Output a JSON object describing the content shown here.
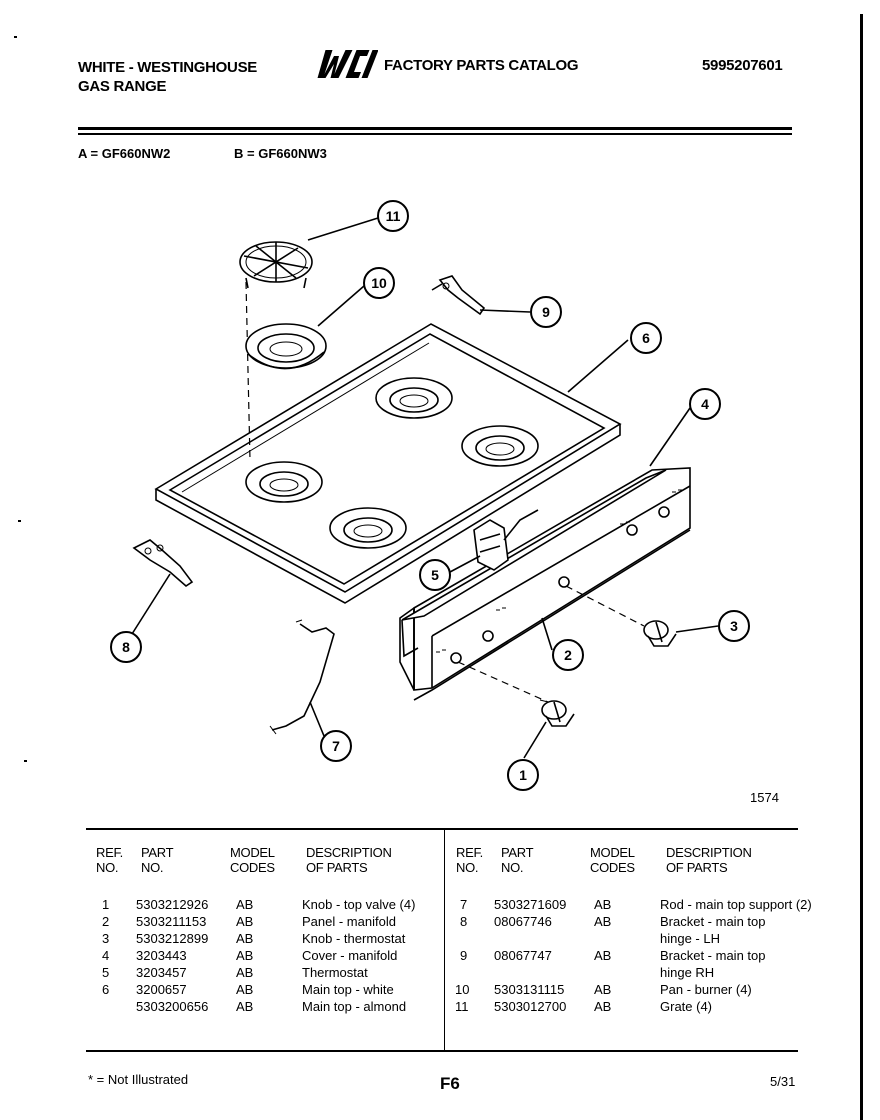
{
  "header": {
    "brand_line1": "WHITE - WESTINGHOUSE",
    "brand_line2": "GAS RANGE",
    "logo_text": "WCI",
    "catalog_title": "FACTORY PARTS CATALOG",
    "catalog_number": "5995207601"
  },
  "models": {
    "a": "A = GF660NW2",
    "b": "B = GF660NW3"
  },
  "diagram": {
    "figure_number": "1574",
    "callouts": [
      "1",
      "2",
      "3",
      "4",
      "5",
      "6",
      "7",
      "8",
      "9",
      "10",
      "11"
    ]
  },
  "table": {
    "headers": {
      "ref_line1": "REF.",
      "ref_line2": "NO.",
      "part_line1": "PART",
      "part_line2": "NO.",
      "model_line1": "MODEL",
      "model_line2": "CODES",
      "desc_line1": "DESCRIPTION",
      "desc_line2": "OF PARTS"
    },
    "left_rows": [
      {
        "ref": "1",
        "part": "5303212926",
        "codes": "AB",
        "desc": "Knob - top valve (4)"
      },
      {
        "ref": "2",
        "part": "5303211153",
        "codes": "AB",
        "desc": "Panel - manifold"
      },
      {
        "ref": "3",
        "part": "5303212899",
        "codes": "AB",
        "desc": "Knob - thermostat"
      },
      {
        "ref": "4",
        "part": "3203443",
        "codes": "AB",
        "desc": "Cover - manifold"
      },
      {
        "ref": "5",
        "part": "3203457",
        "codes": "AB",
        "desc": "Thermostat"
      },
      {
        "ref": "6",
        "part": "3200657",
        "codes": "AB",
        "desc": "Main top - white"
      },
      {
        "ref": "",
        "part": "5303200656",
        "codes": "AB",
        "desc": "Main top - almond"
      }
    ],
    "right_rows": [
      {
        "ref": "7",
        "part": "5303271609",
        "codes": "AB",
        "desc": "Rod - main top support (2)"
      },
      {
        "ref": "8",
        "part": "08067746",
        "codes": "AB",
        "desc": "Bracket - main top"
      },
      {
        "ref": "",
        "part": "",
        "codes": "",
        "desc": "hinge - LH"
      },
      {
        "ref": "9",
        "part": "08067747",
        "codes": "AB",
        "desc": "Bracket - main top"
      },
      {
        "ref": "",
        "part": "",
        "codes": "",
        "desc": "hinge RH"
      },
      {
        "ref": "10",
        "part": "5303131115",
        "codes": "AB",
        "desc": "Pan - burner (4)"
      },
      {
        "ref": "11",
        "part": "5303012700",
        "codes": "AB",
        "desc": "Grate (4)"
      }
    ]
  },
  "footer": {
    "not_illustrated": "* = Not Illustrated",
    "page": "F6",
    "date": "5/31"
  }
}
